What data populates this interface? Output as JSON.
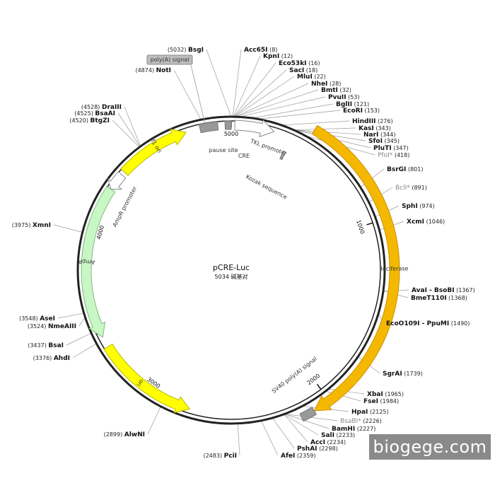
{
  "plasmid": {
    "name": "pCRE-Luc",
    "size_label": "5034 碱基对",
    "length": 5034
  },
  "watermark": "biogege.com",
  "ticks": [
    {
      "pos": 0,
      "label": "5000"
    },
    {
      "pos": 1000,
      "label": "1000"
    },
    {
      "pos": 2000,
      "label": "2000"
    },
    {
      "pos": 3000,
      "label": "3000"
    },
    {
      "pos": 4000,
      "label": "4000"
    }
  ],
  "sites": [
    {
      "name": "BsgI",
      "pos": "5032",
      "p": 5032
    },
    {
      "name": "NotI",
      "pos": "4874",
      "p": 4874
    },
    {
      "name": "DraIII",
      "pos": "4528",
      "p": 4528
    },
    {
      "name": "BsaAI",
      "pos": "4525",
      "p": 4525
    },
    {
      "name": "BtgZI",
      "pos": "4520",
      "p": 4520
    },
    {
      "name": "XmnI",
      "pos": "3975",
      "p": 3975
    },
    {
      "name": "AseI",
      "pos": "3548",
      "p": 3548
    },
    {
      "name": "NmeAIII",
      "pos": "3524",
      "p": 3524
    },
    {
      "name": "BsaI",
      "pos": "3437",
      "p": 3437
    },
    {
      "name": "AhdI",
      "pos": "3376",
      "p": 3376
    },
    {
      "name": "AlwNI",
      "pos": "2899",
      "p": 2899
    },
    {
      "name": "PciI",
      "pos": "2483",
      "p": 2483
    },
    {
      "name": "Acc65I",
      "pos": "8",
      "p": 8
    },
    {
      "name": "KpnI",
      "pos": "12",
      "p": 12
    },
    {
      "name": "Eco53kI",
      "pos": "16",
      "p": 16
    },
    {
      "name": "SacI",
      "pos": "18",
      "p": 18
    },
    {
      "name": "MluI",
      "pos": "22",
      "p": 22
    },
    {
      "name": "NheI",
      "pos": "28",
      "p": 28
    },
    {
      "name": "BmtI",
      "pos": "32",
      "p": 32
    },
    {
      "name": "PvuII",
      "pos": "53",
      "p": 53
    },
    {
      "name": "BglII",
      "pos": "121",
      "p": 121
    },
    {
      "name": "EcoRI",
      "pos": "153",
      "p": 153
    },
    {
      "name": "HindIII",
      "pos": "276",
      "p": 276
    },
    {
      "name": "KasI",
      "pos": "343",
      "p": 343
    },
    {
      "name": "NarI",
      "pos": "344",
      "p": 344
    },
    {
      "name": "SfoI",
      "pos": "345",
      "p": 345
    },
    {
      "name": "PluTI",
      "pos": "347",
      "p": 347
    },
    {
      "name": "PfoI*",
      "pos": "418",
      "p": 418,
      "muted": true
    },
    {
      "name": "BsrGI",
      "pos": "801",
      "p": 801
    },
    {
      "name": "BclI*",
      "pos": "891",
      "p": 891,
      "muted": true
    },
    {
      "name": "SphI",
      "pos": "974",
      "p": 974
    },
    {
      "name": "XcmI",
      "pos": "1046",
      "p": 1046
    },
    {
      "name": "AvaI - BsoBI",
      "pos": "1367",
      "p": 1367
    },
    {
      "name": "BmeT110I",
      "pos": "1368",
      "p": 1368
    },
    {
      "name": "EcoO109I - PpuMI",
      "pos": "1490",
      "p": 1490
    },
    {
      "name": "SgrAI",
      "pos": "1739",
      "p": 1739
    },
    {
      "name": "XbaI",
      "pos": "1965",
      "p": 1965
    },
    {
      "name": "FseI",
      "pos": "1984",
      "p": 1984
    },
    {
      "name": "HpaI",
      "pos": "2125",
      "p": 2125
    },
    {
      "name": "BsaBI*",
      "pos": "2226",
      "p": 2226,
      "muted": true
    },
    {
      "name": "BamHI",
      "pos": "2227",
      "p": 2227
    },
    {
      "name": "SalI",
      "pos": "2233",
      "p": 2233
    },
    {
      "name": "AccI",
      "pos": "2234",
      "p": 2234
    },
    {
      "name": "PshAI",
      "pos": "2298",
      "p": 2298
    },
    {
      "name": "AfeI",
      "pos": "2359",
      "p": 2359
    }
  ],
  "features": [
    {
      "name": "luciferase",
      "start": 430,
      "end": 2090,
      "color": "#f5b800",
      "stroke": "#c98f00",
      "dir": 1,
      "r": 231
    },
    {
      "name": "SV40 poly(A) signal",
      "start": 2090,
      "end": 2160,
      "color": "#999999",
      "stroke": "#777777",
      "box": true,
      "r": 231
    },
    {
      "name": "ori",
      "start": 2750,
      "end": 3330,
      "color": "#ffff00",
      "stroke": "#b7b700",
      "dir": -1,
      "r": 205
    },
    {
      "name": "AmpR",
      "start": 3390,
      "end": 4250,
      "color": "#c8f7c5",
      "stroke": "#7bbd7a",
      "dir": -1,
      "r": 205
    },
    {
      "name": "AmpR promoter",
      "start": 4250,
      "end": 4350,
      "color": "#ffffff",
      "stroke": "#888888",
      "dir": -1,
      "r": 205
    },
    {
      "name": "f1 ori",
      "start": 4370,
      "end": 4780,
      "color": "#ffff00",
      "stroke": "#b7b700",
      "dir": 1,
      "r": 205
    },
    {
      "name": "pause site",
      "start": 4860,
      "end": 4960,
      "color": "#999999",
      "stroke": "#777777",
      "box": true,
      "r": 205
    },
    {
      "name": "CRE",
      "start": 5000,
      "end": 5034,
      "color": "#999999",
      "stroke": "#777777",
      "box": true,
      "r": 205
    },
    {
      "name": "TKL promoter",
      "start": 20,
      "end": 240,
      "color": "#ffffff",
      "stroke": "#888888",
      "dir": 1,
      "r": 205
    },
    {
      "name": "poly(A) signal",
      "start": 4930,
      "end": 4950,
      "color": "#999999",
      "stroke": "#777777",
      "box": true,
      "r": 205
    },
    {
      "name": "Kozak sequence",
      "start": 330,
      "end": 345,
      "color": "#999999",
      "stroke": "#777777",
      "box": true,
      "r": 178
    }
  ]
}
